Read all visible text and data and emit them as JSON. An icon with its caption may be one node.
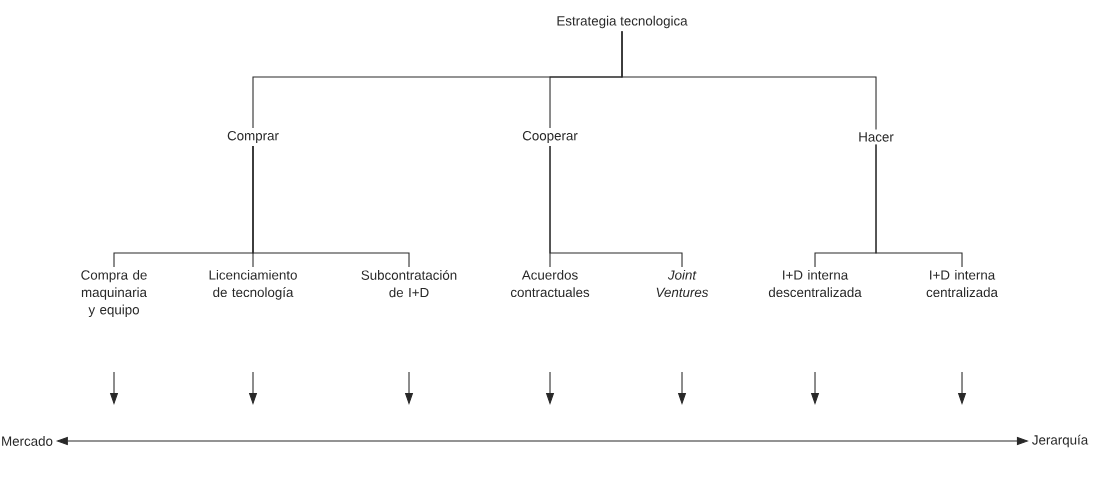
{
  "diagram": {
    "nodes": [
      {
        "text": [
          "Estrategia tecnologica"
        ]
      },
      {
        "text": [
          "Comprar"
        ]
      },
      {
        "text": [
          "Cooperar"
        ]
      },
      {
        "text": [
          "Hacer"
        ]
      },
      {
        "text": [
          "Compra de maquinaria y equipo"
        ]
      },
      {
        "text": [
          "Licenciamiento de tecnología"
        ]
      },
      {
        "text": [
          "Subcontratación de I+D"
        ]
      },
      {
        "text": [
          "Acuerdos contractuales"
        ]
      },
      {
        "text": [
          "Joint Ventures"
        ]
      },
      {
        "text": [
          "I+D interna descentralizada"
        ]
      },
      {
        "text": [
          "I+D interna centralizada"
        ]
      },
      {
        "text": [
          "Mercado"
        ]
      },
      {
        "text": [
          "Jerarquía"
        ]
      }
    ],
    "edges": [
      {
        "from": 0,
        "to": 1,
        "arrow": "none"
      },
      {
        "from": 0,
        "to": 2,
        "arrow": "none"
      },
      {
        "from": 0,
        "to": 3,
        "arrow": "none"
      },
      {
        "from": 1,
        "to": 4,
        "arrow": "none"
      },
      {
        "from": 1,
        "to": 5,
        "arrow": "none"
      },
      {
        "from": 1,
        "to": 6,
        "arrow": "none"
      },
      {
        "from": 2,
        "to": 7,
        "arrow": "none"
      },
      {
        "from": 2,
        "to": 8,
        "arrow": "none"
      },
      {
        "from": 3,
        "to": 9,
        "arrow": "none"
      },
      {
        "from": 3,
        "to": 10,
        "arrow": "none"
      },
      {
        "from": 11,
        "to": 12,
        "arrow": "both"
      }
    ]
  }
}
